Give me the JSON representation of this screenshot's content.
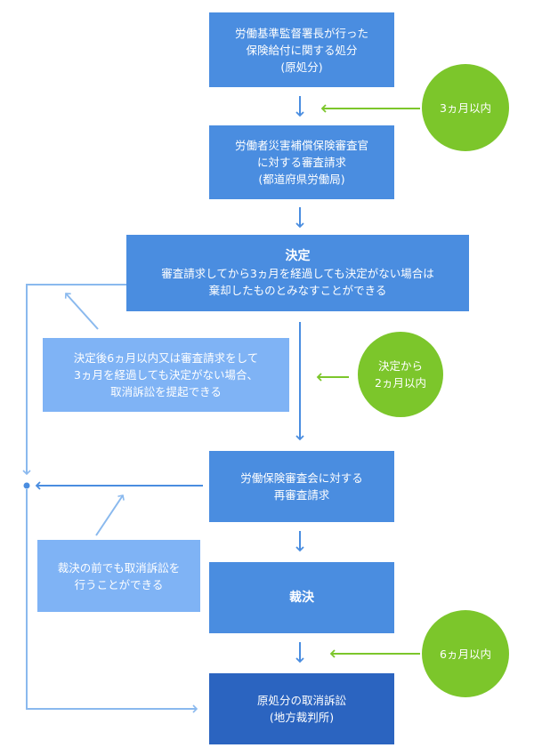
{
  "steps": {
    "original": {
      "lines": [
        "労働基準監督署長が行った",
        "保険給付に関する処分",
        "(原処分)"
      ]
    },
    "review_request": {
      "lines": [
        "労働者災害補償保険審査官",
        "に対する審査請求",
        "(都道府県労働局)"
      ]
    },
    "decision": {
      "title": "決定",
      "lines": [
        "審査請求してから3ヵ月を経過しても決定がない場合は",
        "棄却したものとみなすことができる"
      ]
    },
    "note_lawsuit": {
      "lines": [
        "決定後6ヵ月以内又は審査請求をして",
        "3ヵ月を経過しても決定がない場合、",
        "取消訴訟を提起できる"
      ]
    },
    "re_review": {
      "lines": [
        "労働保険審査会に対する",
        "再審査請求"
      ]
    },
    "note_before": {
      "lines": [
        "裁決の前でも取消訴訟を",
        "行うことができる"
      ]
    },
    "ruling": {
      "title": "裁決"
    },
    "lawsuit": {
      "lines": [
        "原処分の取消訴訟",
        "(地方裁判所)"
      ]
    }
  },
  "deadlines": {
    "first": {
      "lines": [
        "3ヵ月以内"
      ]
    },
    "second": {
      "lines": [
        "決定から",
        "2ヵ月以内"
      ]
    },
    "third": {
      "lines": [
        "6ヵ月以内"
      ]
    }
  },
  "colors": {
    "box": "#4a8de0",
    "box_dark": "#2b64c0",
    "box_light": "#7fb3f5",
    "deadline": "#7cc62b",
    "arrow_blue": "#4a8de0",
    "arrow_light": "#8ab9ee",
    "arrow_green": "#7cc62b"
  }
}
